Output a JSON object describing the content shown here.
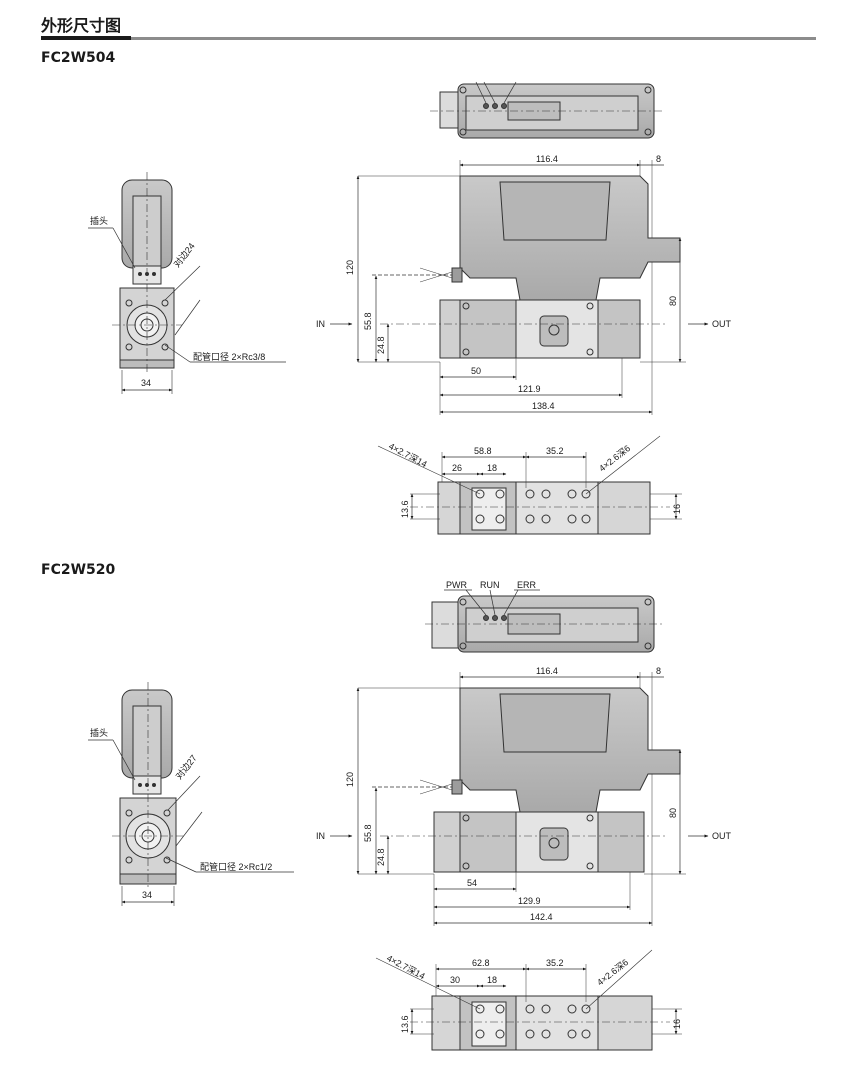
{
  "page": {
    "title": "外形尺寸图"
  },
  "models": [
    {
      "name": "FC2W504",
      "side": {
        "plug": "插头",
        "hex": "对边24",
        "port": "配管口径 2×Rc3/8",
        "width": "34"
      },
      "front": {
        "d_116": "116.4",
        "d_8": "8",
        "d_120": "120",
        "d_80": "80",
        "d_558": "55.8",
        "d_248": "24.8",
        "d_50": "50",
        "d_1219": "121.9",
        "d_1384": "138.4",
        "in": "IN",
        "out": "OUT"
      },
      "bottom": {
        "hole_left": "4×2.7深14",
        "hole_right": "4×2.6深6",
        "d_588": "58.8",
        "d_352": "35.2",
        "d_26": "26",
        "d_18": "18",
        "d_136": "13.6",
        "d_16": "16"
      }
    },
    {
      "name": "FC2W520",
      "top": {
        "pwr": "PWR",
        "run": "RUN",
        "err": "ERR"
      },
      "side": {
        "plug": "插头",
        "hex": "对边27",
        "port": "配管口径 2×Rc1/2",
        "width": "34"
      },
      "front": {
        "d_116": "116.4",
        "d_8": "8",
        "d_120": "120",
        "d_80": "80",
        "d_558": "55.8",
        "d_248": "24.8",
        "d_54": "54",
        "d_1299": "129.9",
        "d_1424": "142.4",
        "in": "IN",
        "out": "OUT"
      },
      "bottom": {
        "hole_left": "4×2.7深14",
        "hole_right": "4×2.6深6",
        "d_628": "62.8",
        "d_352": "35.2",
        "d_30": "30",
        "d_18": "18",
        "d_136": "13.6",
        "d_16": "16"
      }
    }
  ]
}
